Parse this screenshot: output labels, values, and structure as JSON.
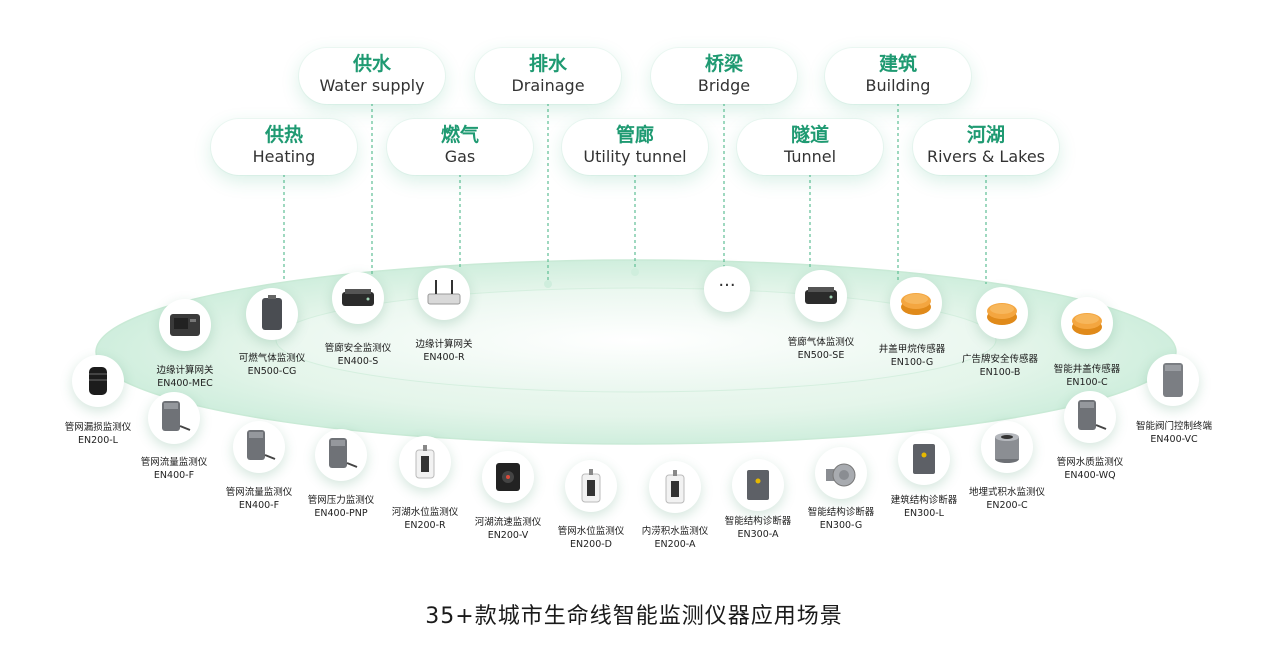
{
  "scenarios": [
    {
      "zh": "供水",
      "en": "Water supply"
    },
    {
      "zh": "排水",
      "en": "Drainage"
    },
    {
      "zh": "桥梁",
      "en": "Bridge"
    },
    {
      "zh": "建筑",
      "en": "Building"
    },
    {
      "zh": "供热",
      "en": "Heating"
    },
    {
      "zh": "燃气",
      "en": "Gas"
    },
    {
      "zh": "管廊",
      "en": "Utility tunnel"
    },
    {
      "zh": "隧道",
      "en": "Tunnel"
    },
    {
      "zh": "河湖",
      "en": "Rivers & Lakes"
    }
  ],
  "more_label": "···",
  "devices": [
    {
      "name": "管网漏损监测仪",
      "model": "EN200-L",
      "icon": "black-cylinder-sensor"
    },
    {
      "name": "边缘计算网关",
      "model": "EN400-MEC",
      "icon": "gateway-box"
    },
    {
      "name": "可燃气体监测仪",
      "model": "EN500-CG",
      "icon": "gas-detector"
    },
    {
      "name": "管廊安全监测仪",
      "model": "EN400-S",
      "icon": "router-box"
    },
    {
      "name": "边缘计算网关",
      "model": "EN400-R",
      "icon": "antenna-router"
    },
    {
      "name": "管廊气体监测仪",
      "model": "EN500-SE",
      "icon": "router-box"
    },
    {
      "name": "井盖甲烷传感器",
      "model": "EN100-G",
      "icon": "orange-puck-sensor"
    },
    {
      "name": "广告牌安全传感器",
      "model": "EN100-B",
      "icon": "orange-puck-sensor"
    },
    {
      "name": "智能井盖传感器",
      "model": "EN100-C",
      "icon": "orange-puck-sensor"
    },
    {
      "name": "智能阀门控制终端",
      "model": "EN400-VC",
      "icon": "grey-cabinet"
    },
    {
      "name": "管网流量监测仪",
      "model": "EN400-F",
      "icon": "grey-cabinet-probe"
    },
    {
      "name": "管网流量监测仪",
      "model": "EN400-F",
      "icon": "grey-cabinet-probe"
    },
    {
      "name": "管网压力监测仪",
      "model": "EN400-PNP",
      "icon": "grey-cabinet-probe"
    },
    {
      "name": "河湖水位监测仪",
      "model": "EN200-R",
      "icon": "white-level-sensor"
    },
    {
      "name": "河湖流速监测仪",
      "model": "EN200-V",
      "icon": "black-radar-sensor"
    },
    {
      "name": "管网水位监测仪",
      "model": "EN200-D",
      "icon": "white-level-sensor"
    },
    {
      "name": "内涝积水监测仪",
      "model": "EN200-A",
      "icon": "white-level-sensor"
    },
    {
      "name": "智能结构诊断器",
      "model": "EN300-A",
      "icon": "grey-plate-sensor"
    },
    {
      "name": "智能结构诊断器",
      "model": "EN300-G",
      "icon": "round-plate-sensor"
    },
    {
      "name": "建筑结构诊断器",
      "model": "EN300-L",
      "icon": "grey-plate-sensor"
    },
    {
      "name": "地埋式积水监测仪",
      "model": "EN200-C",
      "icon": "cylinder-ground-sensor"
    },
    {
      "name": "管网水质监测仪",
      "model": "EN400-WQ",
      "icon": "grey-cabinet-probe"
    }
  ],
  "caption": "35+款城市生命线智能监测仪器应用场景",
  "colors": {
    "accent": "#1f9a72",
    "ellipse_fill": "#dff3e7",
    "text": "#1a1a1a"
  }
}
